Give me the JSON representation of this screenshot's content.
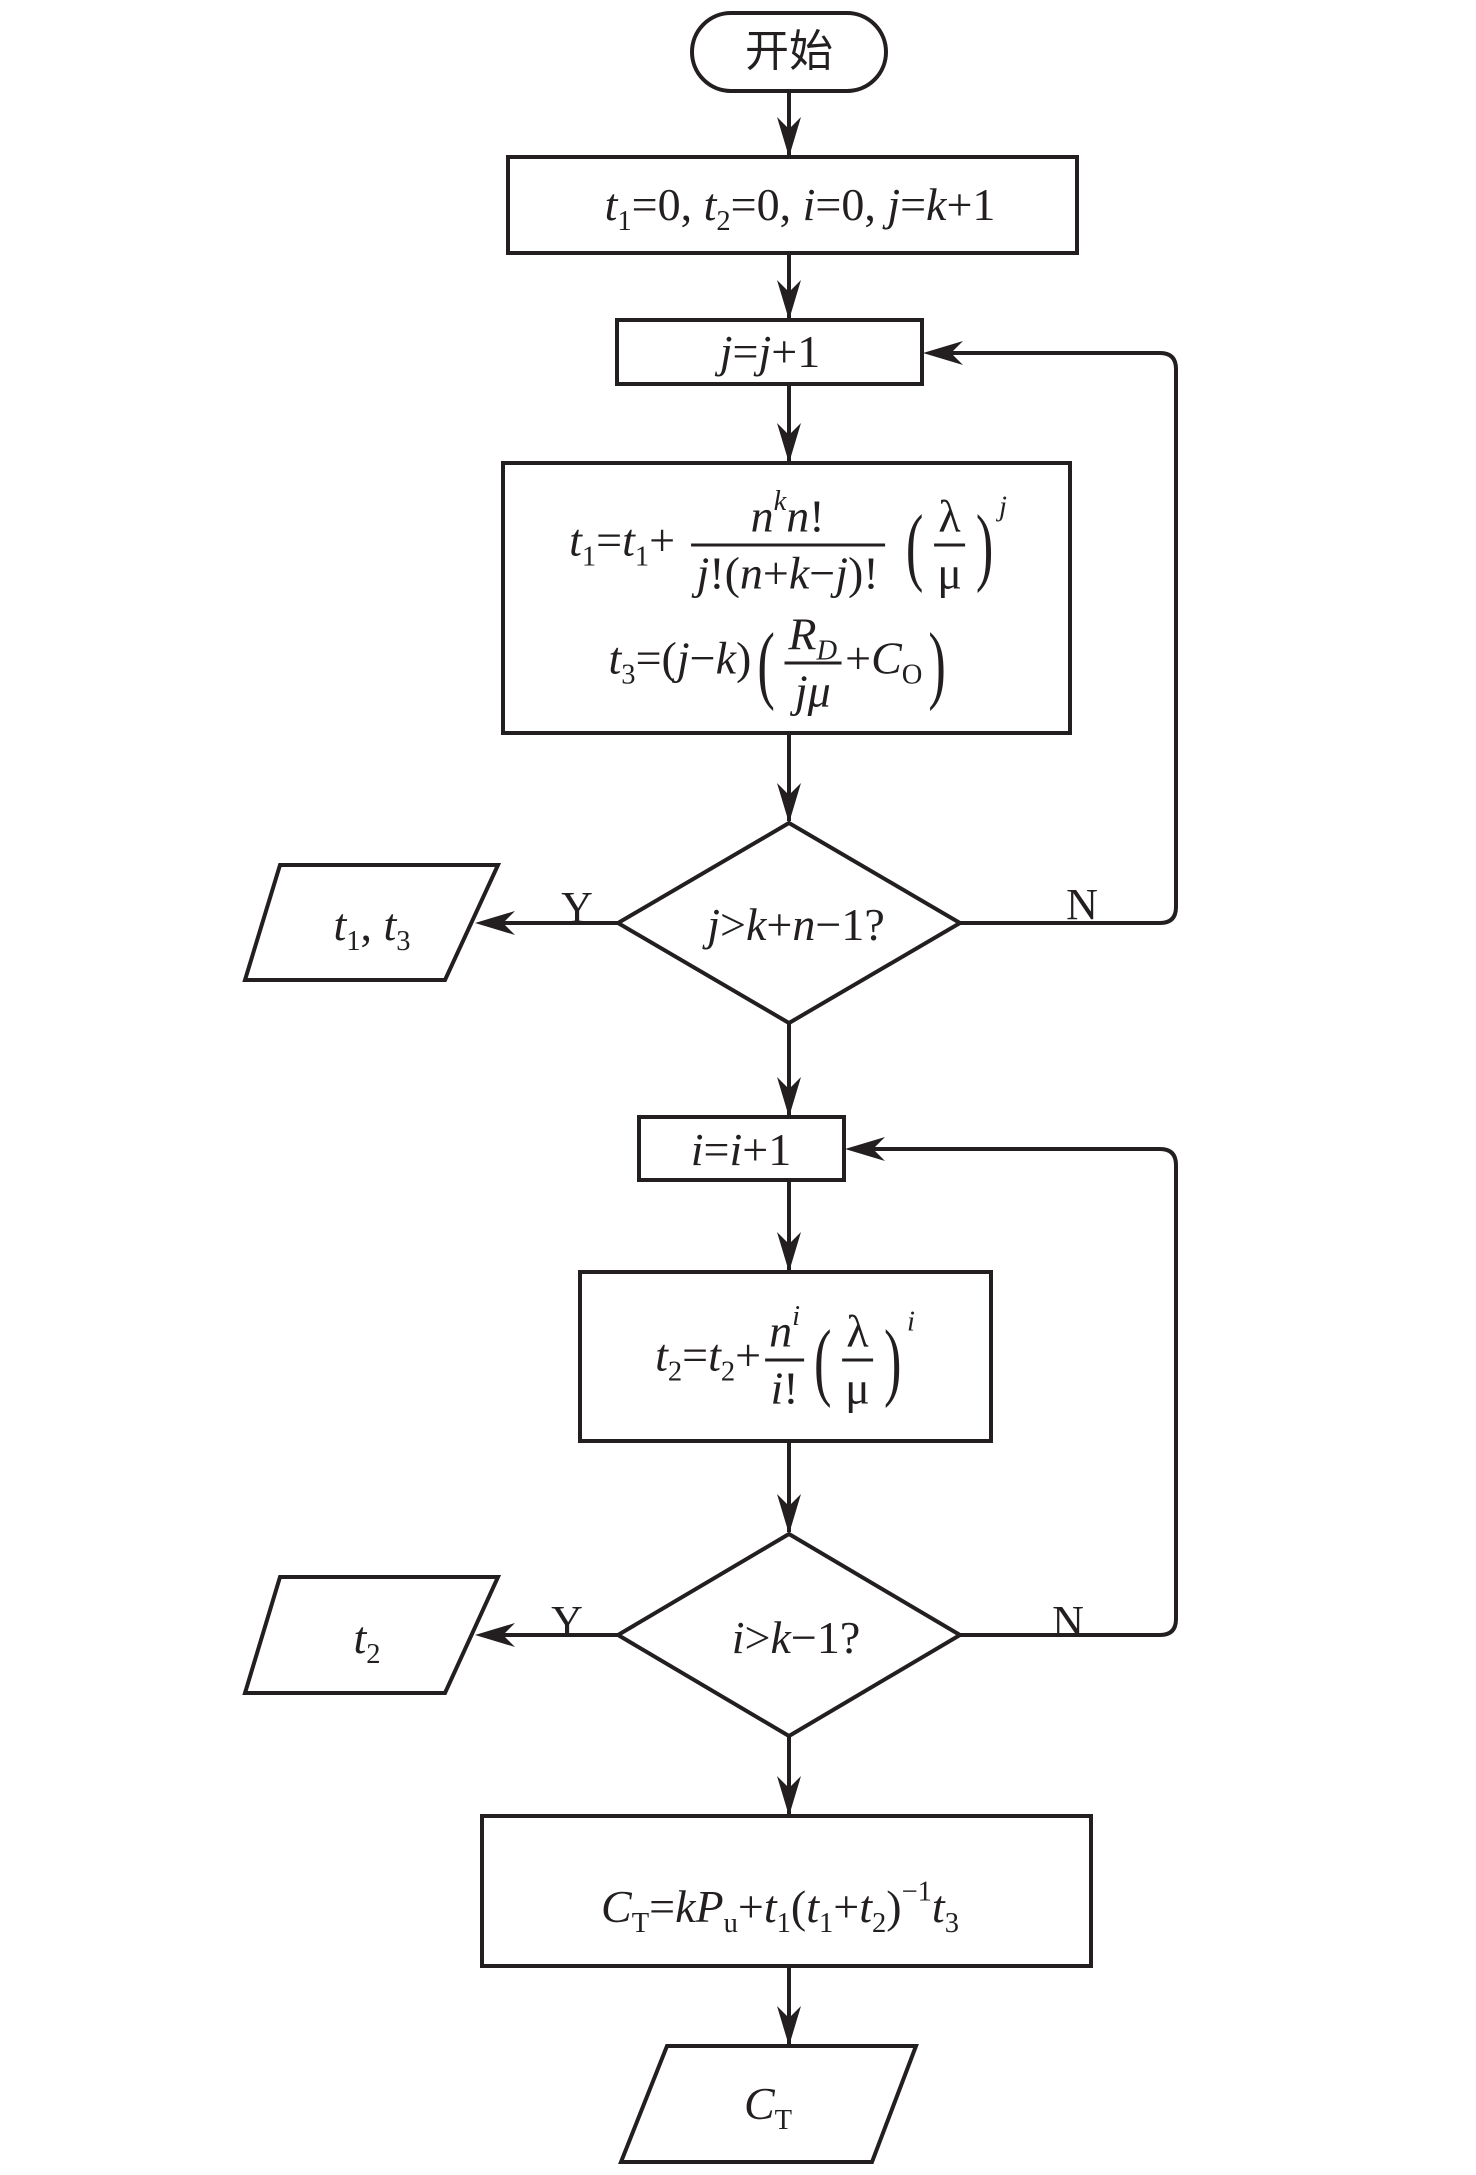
{
  "diagram": {
    "type": "flowchart",
    "colors": {
      "stroke": "#231f20",
      "background": "#ffffff"
    },
    "nodes": {
      "start": {
        "kind": "terminator",
        "text": "开始"
      },
      "init": {
        "kind": "process",
        "text": "t1=0, t2=0, i=0, j=k+1"
      },
      "inc_j": {
        "kind": "process",
        "text": "j=j+1"
      },
      "calc_t1_t3": {
        "kind": "process",
        "line1": "t1=t1+ n^k n! / (j!(n+k−j)!) (λ/μ)^j",
        "line2": "t3=(j−k)(R_D/(jμ)+C_O)"
      },
      "cond_j": {
        "kind": "decision",
        "text": "j>k+n−1?"
      },
      "out_t1_t3": {
        "kind": "io",
        "text": "t1, t3"
      },
      "inc_i": {
        "kind": "process",
        "text": "i=i+1"
      },
      "calc_t2": {
        "kind": "process",
        "text": "t2=t2+ n^i / i! (λ/μ)^i"
      },
      "cond_i": {
        "kind": "decision",
        "text": "i>k−1?"
      },
      "out_t2": {
        "kind": "io",
        "text": "t2"
      },
      "calc_ct": {
        "kind": "process",
        "text": "CT=kPu+t1(t1+t2)^−1 t3"
      },
      "out_ct": {
        "kind": "io",
        "text": "CT"
      }
    },
    "edge_labels": {
      "cond_j_yes": "Y",
      "cond_j_no": "N",
      "cond_i_yes": "Y",
      "cond_i_no": "N"
    },
    "symbols": {
      "t": "t",
      "i": "i",
      "j": "j",
      "k": "k",
      "n": "n",
      "one": "1",
      "two": "2",
      "three": "3",
      "zero": "0",
      "lambda": "λ",
      "mu": "μ",
      "R": "R",
      "D": "D",
      "C": "C",
      "O": "O",
      "P": "P",
      "u": "u",
      "T": "T",
      "minus_one": "−1"
    }
  }
}
